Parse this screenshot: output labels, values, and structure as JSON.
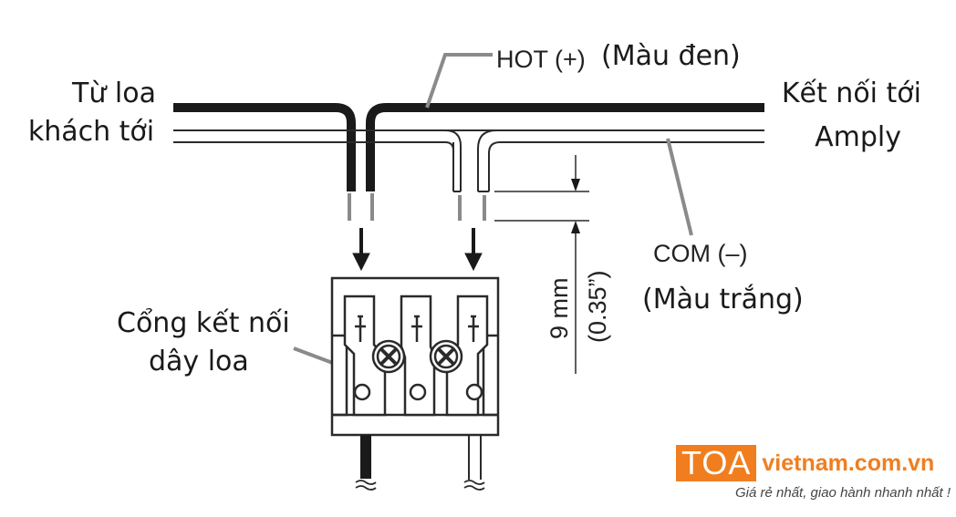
{
  "labels": {
    "from_speaker_line1": "Từ loa",
    "from_speaker_line2": "khách tới",
    "to_amp_line1": "Kết nối tới",
    "to_amp_line2": "Amply",
    "hot_label": "HOT (+)",
    "hot_color": "(Màu đen)",
    "com_label": "COM (–)",
    "com_color": "(Màu trắng)",
    "port_line1": "Cổng kết nối",
    "port_line2": "dây loa",
    "dim_mm": "9 mm",
    "dim_in": "(0.35”)"
  },
  "logo": {
    "box_text": "TOA",
    "rest_text": "vietnam",
    "domain_text": ".com.vn",
    "slogan": "Giá rẻ nhất, giao hành nhanh nhất !"
  },
  "colors": {
    "wire_black": "#1a1a1a",
    "wire_outline": "#2a2a2a",
    "leader_gray": "#8a8a8a",
    "brand_orange": "#f07e1f"
  },
  "icons": {
    "screw": "phillips-screw-icon",
    "arrow": "down-arrow-icon"
  }
}
